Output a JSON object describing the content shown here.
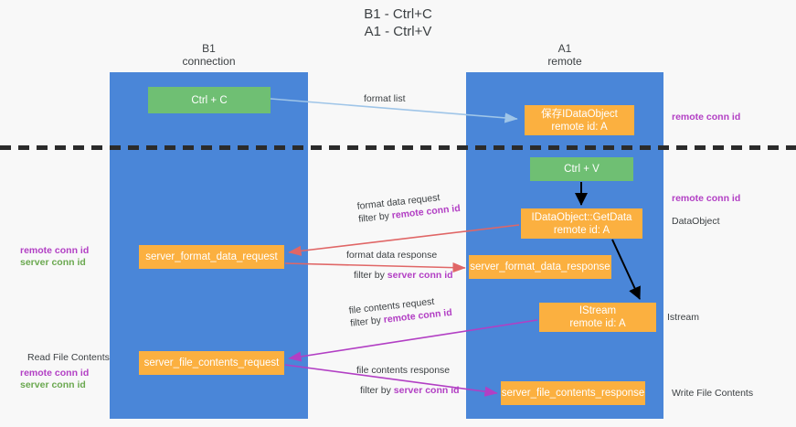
{
  "title": {
    "line1": "B1 - Ctrl+C",
    "line2": "A1 - Ctrl+V"
  },
  "columns": [
    {
      "id": "b1",
      "name": "B1",
      "subtitle": "connection",
      "color": "#4a86d8"
    },
    {
      "id": "a1",
      "name": "A1",
      "subtitle": "remote",
      "color": "#4a86d8"
    }
  ],
  "nodes": [
    {
      "id": "ctrl-c",
      "line1": "Ctrl + C",
      "line2": "",
      "color": "#6fbf73",
      "column": "b1"
    },
    {
      "id": "dataobject-saved",
      "line1": "保存IDataObject",
      "line2": "remote id: A",
      "color": "#fbb040",
      "column": "a1"
    },
    {
      "id": "ctrl-v",
      "line1": "Ctrl + V",
      "line2": "",
      "color": "#6fbf73",
      "column": "a1"
    },
    {
      "id": "getdata",
      "line1": "IDataObject::GetData",
      "line2": "remote id: A",
      "color": "#fbb040",
      "column": "a1"
    },
    {
      "id": "server-format-data-request",
      "line1": "server_format_data_request",
      "line2": "",
      "color": "#fbb040",
      "column": "b1"
    },
    {
      "id": "server-format-data-response",
      "line1": "server_format_data_response",
      "line2": "",
      "color": "#fbb040",
      "column": "a1"
    },
    {
      "id": "istream",
      "line1": "IStream",
      "line2": "remote id: A",
      "color": "#fbb040",
      "column": "a1"
    },
    {
      "id": "server-file-contents-request",
      "line1": "server_file_contents_request",
      "line2": "",
      "color": "#fbb040",
      "column": "b1"
    },
    {
      "id": "server-file-contents-response",
      "line1": "server_file_contents_response",
      "line2": "",
      "color": "#fbb040",
      "column": "a1"
    }
  ],
  "edge_labels": {
    "format_list": "format list",
    "format_data_request": "format data request",
    "format_data_request_filter_prefix": "filter by ",
    "format_data_request_filter_key": "remote conn id",
    "format_data_response": "format data response",
    "format_data_response_filter_prefix": "filter by ",
    "format_data_response_filter_key": "server conn id",
    "file_contents_request": "file contents request",
    "file_contents_request_filter_prefix": "filter by ",
    "file_contents_request_filter_key": "remote conn id",
    "file_contents_response": "file contents response",
    "file_contents_response_filter_prefix": "filter by ",
    "file_contents_response_filter_key": "server conn id"
  },
  "annotations": {
    "right": [
      {
        "id": "remote-conn-id-1",
        "text": "remote conn id",
        "color": "#b23fc4"
      },
      {
        "id": "remote-conn-id-2",
        "text": "remote conn id",
        "color": "#b23fc4"
      },
      {
        "id": "dataobject",
        "text": "DataObject",
        "color": "#3c4043"
      },
      {
        "id": "istream",
        "text": "Istream",
        "color": "#3c4043"
      },
      {
        "id": "write-file-contents",
        "text": "Write File Contents",
        "color": "#3c4043"
      }
    ],
    "left": [
      {
        "id": "remote-conn-id",
        "text": "remote conn id",
        "color": "#b23fc4"
      },
      {
        "id": "server-conn-id",
        "text": "server conn id",
        "color": "#6aa84f"
      },
      {
        "id": "read-file-contents",
        "text": "Read File Contents",
        "color": "#3c4043"
      },
      {
        "id": "remote-conn-id-2",
        "text": "remote conn id",
        "color": "#b23fc4"
      },
      {
        "id": "server-conn-id-2",
        "text": "server conn id",
        "color": "#6aa84f"
      }
    ]
  },
  "colors": {
    "lane": "#4a86d8",
    "green_node": "#6fbf73",
    "orange_node": "#fbb040",
    "arrow_light_blue": "#9fc5e8",
    "arrow_black": "#000000",
    "arrow_red": "#e06666",
    "arrow_magenta": "#b23fc4",
    "divider": "#2b2b2b",
    "background": "#f8f8f8",
    "key_purple": "#b23fc4",
    "key_green": "#6aa84f"
  }
}
